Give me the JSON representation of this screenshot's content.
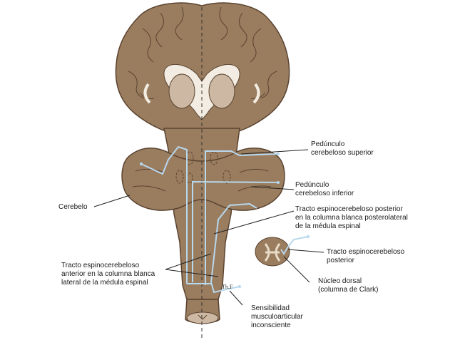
{
  "colors": {
    "tissue": "#9a7d5f",
    "tissue_dark": "#5a4330",
    "white_matter": "#f2ece2",
    "thalamus": "#cdb9a3",
    "tract": "#b8d8ee",
    "leader": "#222222",
    "background": "#ffffff"
  },
  "labels": {
    "ped_sup": "Pedúnculo\ncerebeloso superior",
    "ped_inf": "Pedúnculo\ncerebeloso inferior",
    "cerebelo": "Cerebelo",
    "tracto_post_col": "Tracto espinocerebeloso posterior\nen la columna blanca posterolateral\nde la médula espinal",
    "tracto_ant_col": "Tracto espinocerebeloso\nanterior en la columna blanca\nlateral de la médula espinal",
    "tracto_post": "Tracto espinocerebeloso\nposterior",
    "nucleo_dorsal": "Núcleo dorsal\n(columna de Clark)",
    "sensibilidad": "Sensibilidad\nmusculoarticular\ninconsciente",
    "signature": "Th.F"
  }
}
